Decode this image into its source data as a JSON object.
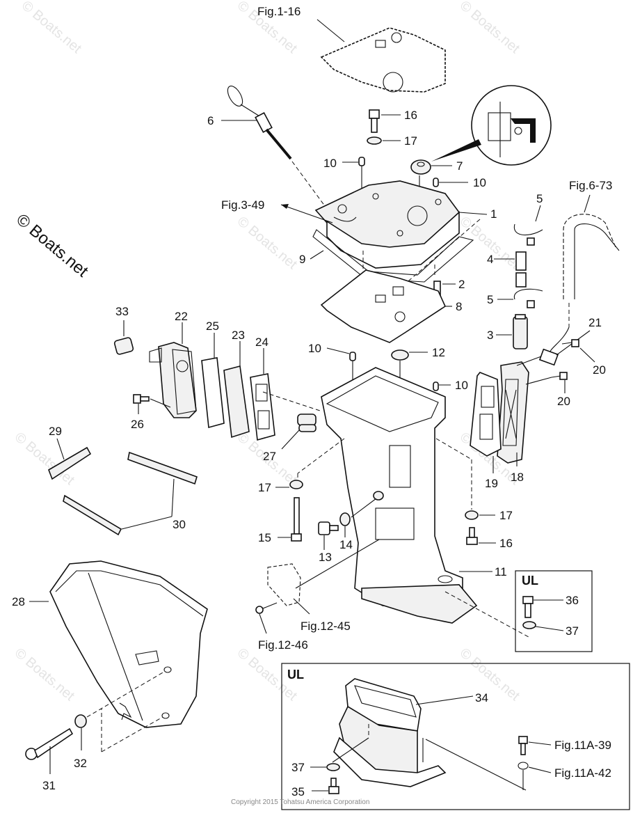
{
  "watermark": "© Boats.net",
  "copyright": "Copyright 2015 Tohatsu America Corporation",
  "callouts": {
    "c1": "1",
    "c2": "2",
    "c3": "3",
    "c4": "4",
    "c5a": "5",
    "c5b": "5",
    "c6": "6",
    "c7": "7",
    "c8": "8",
    "c9": "9",
    "c10a": "10",
    "c10b": "10",
    "c10c": "10",
    "c10d": "10",
    "c11": "11",
    "c12": "12",
    "c13": "13",
    "c14": "14",
    "c15": "15",
    "c16a": "16",
    "c16b": "16",
    "c17a": "17",
    "c17b": "17",
    "c17c": "17",
    "c18": "18",
    "c19": "19",
    "c20a": "20",
    "c20b": "20",
    "c21": "21",
    "c22": "22",
    "c23": "23",
    "c24": "24",
    "c25": "25",
    "c26": "26",
    "c27": "27",
    "c28": "28",
    "c29": "29",
    "c30": "30",
    "c31": "31",
    "c32": "32",
    "c33": "33",
    "c34": "34",
    "c35": "35",
    "c36": "36",
    "c37a": "37",
    "c37b": "37"
  },
  "figure_refs": {
    "fig1_16": "Fig.1-16",
    "fig3_49": "Fig.3-49",
    "fig6_73": "Fig.6-73",
    "fig12_45": "Fig.12-45",
    "fig12_46": "Fig.12-46",
    "fig11a_39": "Fig.11A-39",
    "fig11a_42": "Fig.11A-42"
  },
  "insets": {
    "ul_small_title": "UL",
    "ul_large_title": "UL"
  }
}
